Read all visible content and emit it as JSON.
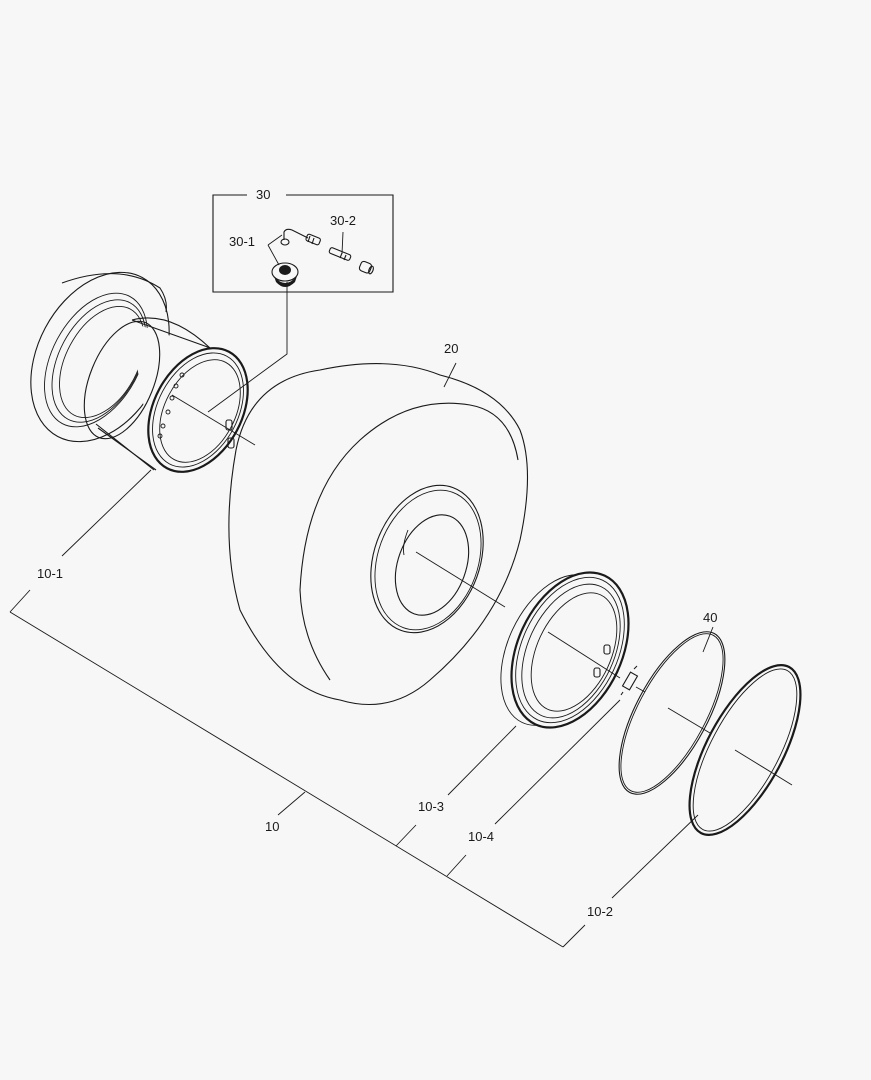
{
  "diagram": {
    "type": "exploded-parts-diagram",
    "subject": "wheel and tire assembly",
    "background_color": "#f7f7f7",
    "line_color": "#1a1a1a"
  },
  "callouts": {
    "c10": "10",
    "c10_1": "10-1",
    "c10_2": "10-2",
    "c10_3": "10-3",
    "c10_4": "10-4",
    "c20": "20",
    "c30": "30",
    "c30_1": "30-1",
    "c30_2": "30-2",
    "c40": "40"
  },
  "parts": [
    {
      "ref": "10",
      "depicts": "wheel assembly (group bracket)"
    },
    {
      "ref": "10-1",
      "depicts": "rim base"
    },
    {
      "ref": "10-2",
      "depicts": "lock ring"
    },
    {
      "ref": "10-3",
      "depicts": "side ring / flange"
    },
    {
      "ref": "10-4",
      "depicts": "driver key"
    },
    {
      "ref": "20",
      "depicts": "tire"
    },
    {
      "ref": "30",
      "depicts": "valve kit (boxed group)"
    },
    {
      "ref": "30-1",
      "depicts": "valve stem and base"
    },
    {
      "ref": "30-2",
      "depicts": "valve core"
    },
    {
      "ref": "40",
      "depicts": "O-ring"
    }
  ]
}
